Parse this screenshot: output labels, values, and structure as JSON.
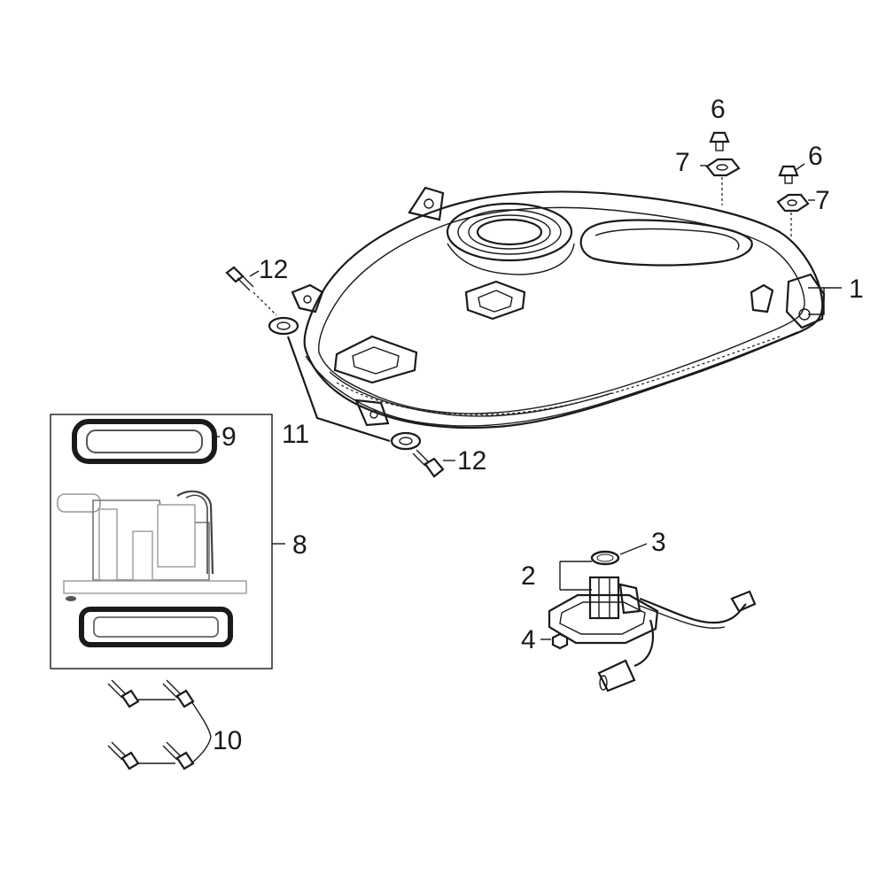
{
  "callouts": {
    "c1": "1",
    "c2": "2",
    "c3": "3",
    "c4": "4",
    "c6a": "6",
    "c6b": "6",
    "c7a": "7",
    "c7b": "7",
    "c8": "8",
    "c9": "9",
    "c10": "10",
    "c11": "11",
    "c12a": "12",
    "c12b": "12"
  },
  "colors": {
    "line": "#1a1a1a",
    "part_fill": "#ffffff",
    "shade": "#d9d9d9",
    "background": "#ffffff"
  }
}
